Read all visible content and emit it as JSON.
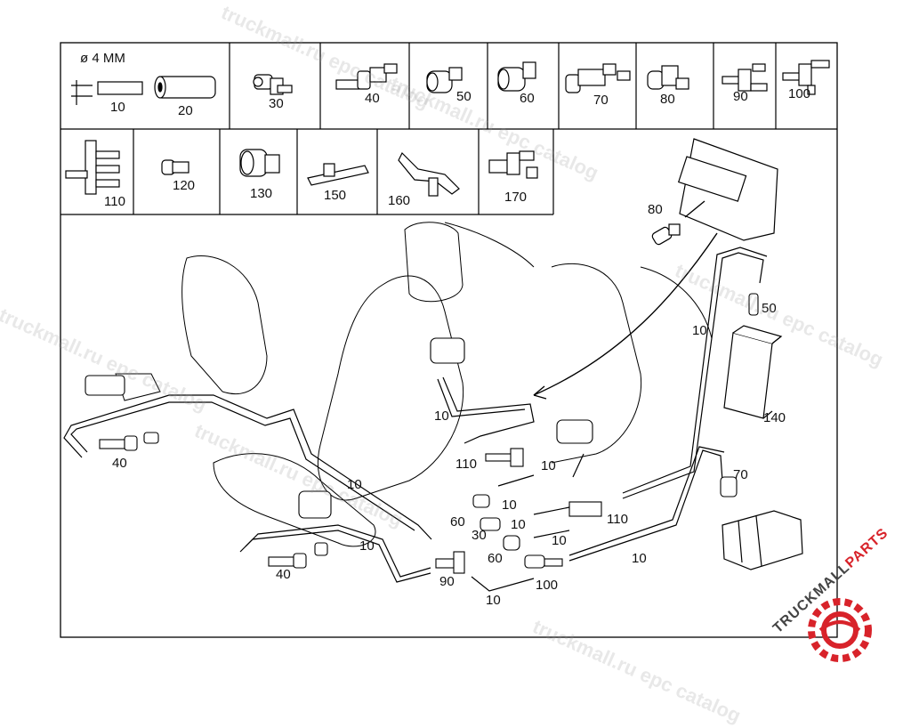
{
  "legend": {
    "diameter_label": "ø 4 MM",
    "parts_row1": [
      "10",
      "20",
      "30",
      "40",
      "50",
      "60",
      "70",
      "80",
      "90",
      "100"
    ],
    "parts_row2": [
      "110",
      "120",
      "130",
      "150",
      "160",
      "170"
    ]
  },
  "callouts": {
    "c80": "80",
    "c50": "50",
    "c10a": "10",
    "c140": "140",
    "c10b": "10",
    "c110a": "110",
    "c10c": "10",
    "c70": "70",
    "c40a": "40",
    "c10d": "10",
    "c10e": "10",
    "c60a": "60",
    "c30": "30",
    "c110b": "110",
    "c10f": "10",
    "c60b": "60",
    "c10g": "10",
    "c10h": "10",
    "c40b": "40",
    "c90": "90",
    "c100": "100",
    "c10i": "10"
  },
  "watermarks": [
    "truckmall.ru epc catalog",
    "truckmall.ru epc catalog",
    "truckmall.ru epc catalog",
    "truckmall.ru epc catalog",
    "truckmall.ru epc catalog",
    "truckmall.ru epc catalog"
  ],
  "brand": {
    "part1": "TRUCKMALL",
    "part2": "PARTS",
    "color1": "#444444",
    "color2": "#d8232a"
  }
}
